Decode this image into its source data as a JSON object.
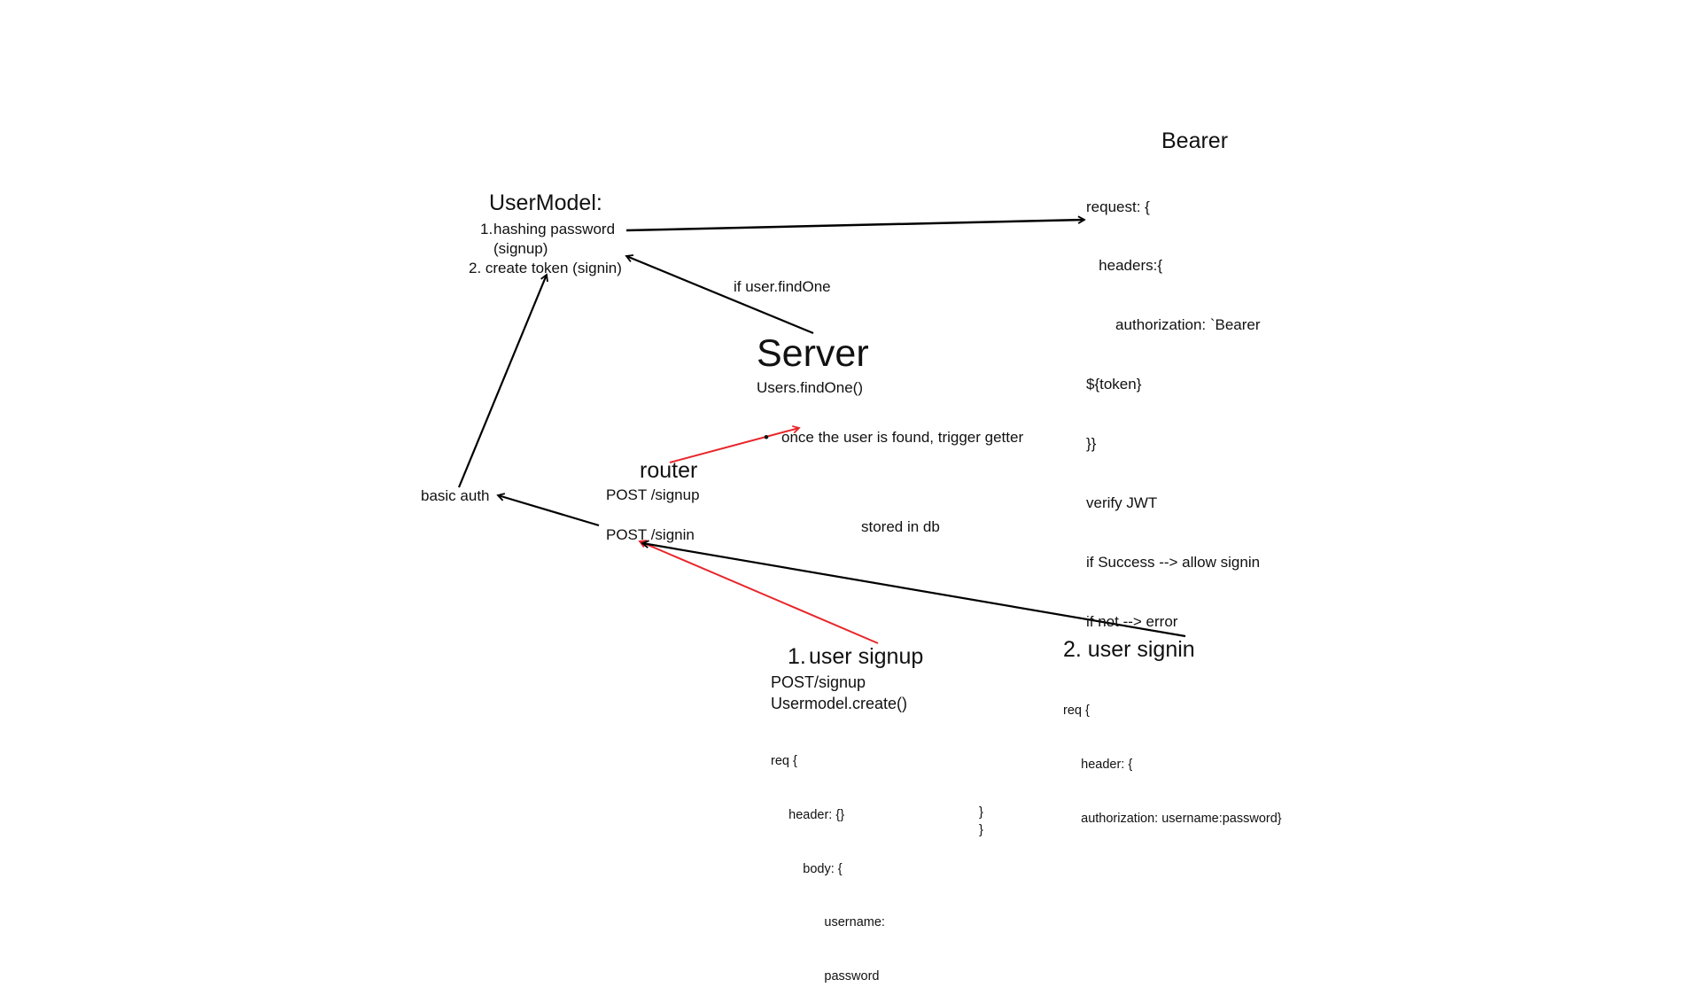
{
  "usermodel": {
    "title": "UserModel:",
    "item1_num": "1.",
    "item1_text": "hashing password",
    "item1_sub": "(signup)",
    "item2": "2. create token (signin)"
  },
  "bearer": {
    "title": "Bearer",
    "lines": [
      "request: {",
      "   headers:{",
      "       authorization: `Bearer",
      "${token}",
      "}}",
      "verify JWT",
      "if Success --> allow signin",
      "if not --> error"
    ]
  },
  "server": {
    "title": "Server",
    "call": "Users.findOne()",
    "bullet": "once the user is found, trigger getter"
  },
  "labels": {
    "if_find": "if user.findOne",
    "basic_auth": "basic auth",
    "stored": "stored in db"
  },
  "router": {
    "title": "router",
    "signup": "POST /signup",
    "signin": "POST /signin"
  },
  "signup": {
    "num": "1.",
    "title": "user signup",
    "line1": "POST/signup",
    "line2": "Usermodel.create()",
    "req": [
      "req {",
      "     header: {}",
      "         body: {",
      "               username:",
      "               password"
    ],
    "close1": "}",
    "close2": "}"
  },
  "signin": {
    "title": "2. user signin",
    "req": [
      "req {",
      "     header: {",
      "     authorization: username:password}"
    ]
  },
  "colors": {
    "black_arrow": "#000000",
    "red_arrow": "#e8262a"
  }
}
